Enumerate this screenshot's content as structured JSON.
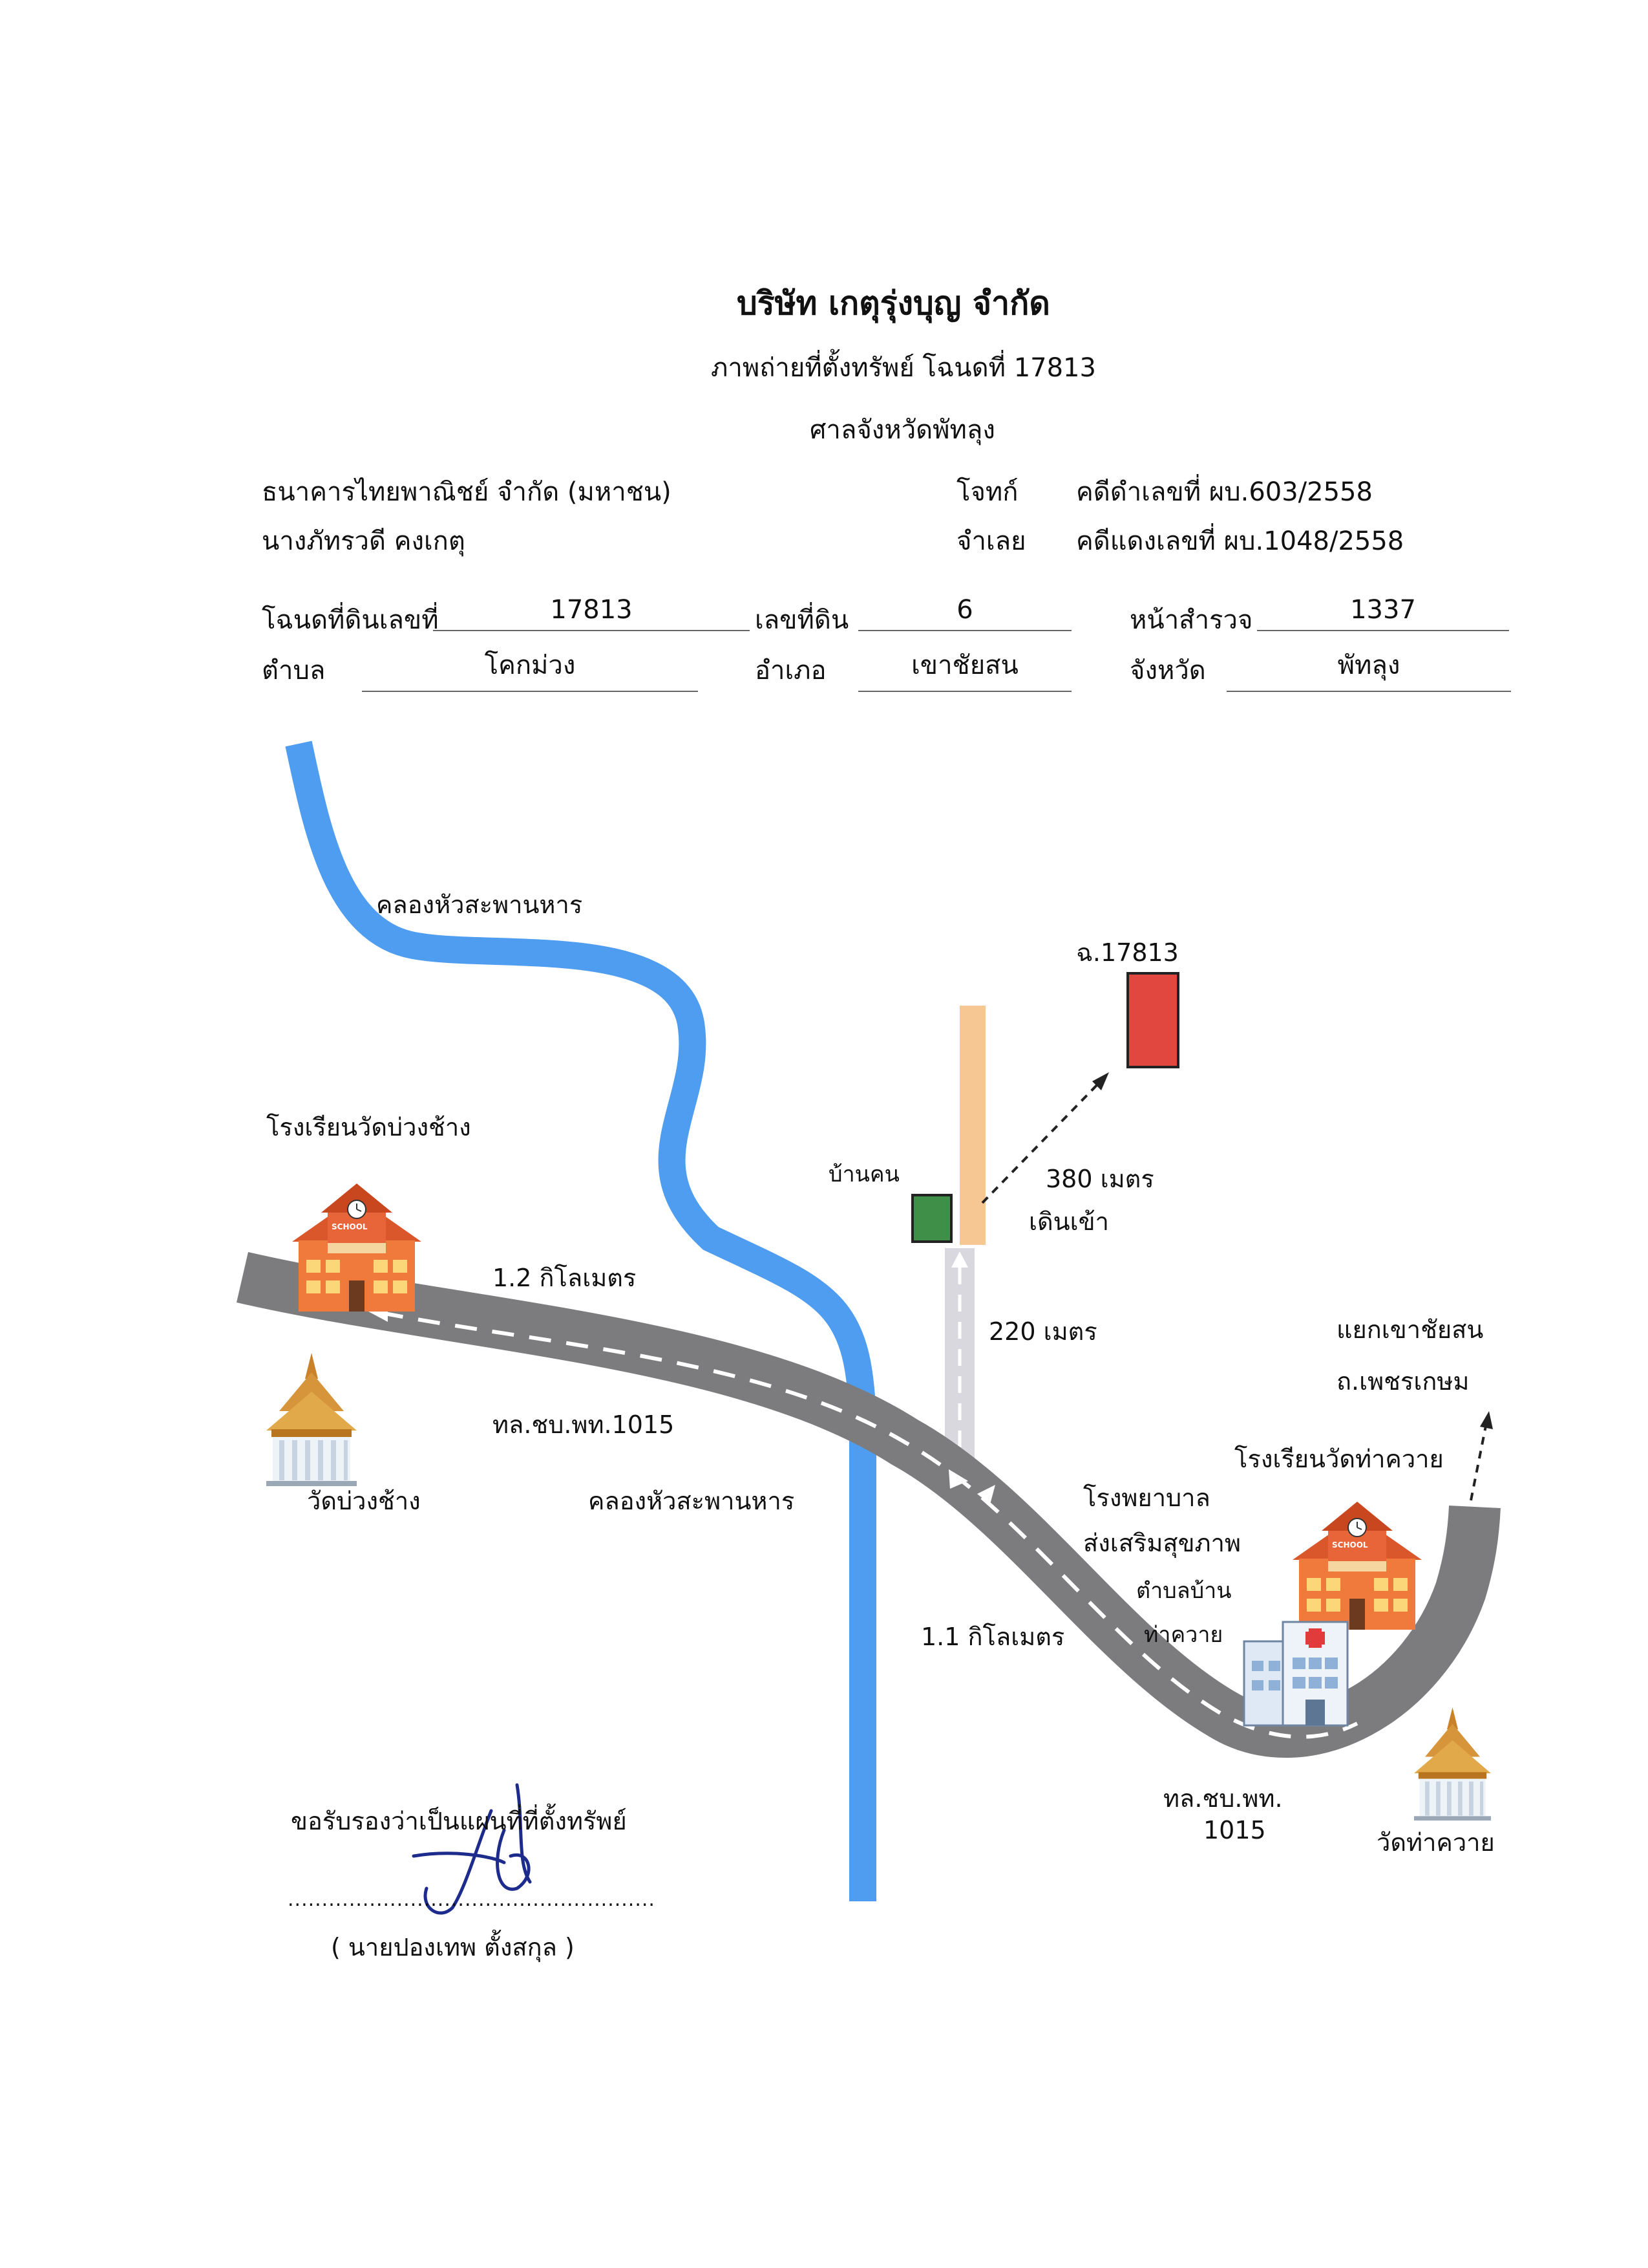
{
  "header": {
    "company": "บริษัท เกตุรุ่งบุญ จำกัด",
    "subtitle": "ภาพถ่ายที่ตั้งทรัพย์ โฉนดที่ 17813",
    "court": "ศาลจังหวัดพัทลุง"
  },
  "parties": {
    "plaintiff_name": "ธนาคารไทยพาณิชย์ จำกัด (มหาชน)",
    "plaintiff_role": "โจทก์",
    "black_case": "คดีดำเลขที่ ผบ.603/2558",
    "defendant_name": "นางภัทรวดี  คงเกตุ",
    "defendant_role": "จำเลย",
    "red_case": "คดีแดงเลขที่ ผบ.1048/2558"
  },
  "deed": {
    "deed_label": "โฉนดที่ดินเลขที่",
    "deed_no": "17813",
    "land_label": "เลขที่ดิน",
    "land_no": "6",
    "survey_label": "หน้าสำรวจ",
    "survey_no": "1337",
    "subdistrict_label": "ตำบล",
    "subdistrict": "โคกม่วง",
    "district_label": "อำเภอ",
    "district": "เขาชัยสน",
    "province_label": "จังหวัด",
    "province": "พัทลุง"
  },
  "map": {
    "canal_top": "คลองหัวสะพานหาร",
    "canal_bottom": "คลองหัวสะพานหาร",
    "plot_label": "ฉ.17813",
    "house_label": "บ้านคน",
    "walk_distance": "380 เมตร",
    "walk_note": "เดินเข้า",
    "side_road_distance": "220 เมตร",
    "school_left": "โรงเรียนวัดบ่วงช้าง",
    "temple_left": "วัดบ่วงช้าง",
    "dist_left": "1.2 กิโลเมตร",
    "road_name": "ทล.ชบ.พท.1015",
    "dist_right": "1.1 กิโลเมตร",
    "junction_line1": "แยกเขาชัยสน",
    "junction_line2": "ถ.เพชรเกษม",
    "school_right": "โรงเรียนวัดท่าควาย",
    "hospital_line1": "โรงพยาบาล",
    "hospital_line2": "ส่งเสริมสุขภาพ",
    "hospital_line3": "ตำบลบ้าน",
    "hospital_line4": "ท่าควาย",
    "road_name_bottom_1": "ทล.ชบ.พท.",
    "road_name_bottom_2": "1015",
    "temple_right": "วัดท่าควาย",
    "school_sign": "SCHOOL",
    "icons": [
      "school-icon",
      "temple-icon",
      "hospital-icon"
    ],
    "colors": {
      "canal": "#4f9df0",
      "road": "#7c7c7e",
      "side_road": "#d8d8de",
      "lane": "#f6c792",
      "plot": "#e1463f",
      "house": "#3f8f48"
    }
  },
  "certification": {
    "text": "ขอรับรองว่าเป็นแผนที่ที่ตั้งทรัพย์",
    "dots": "......................................................",
    "name": "( นายปองเทพ  ตั้งสกุล )"
  }
}
